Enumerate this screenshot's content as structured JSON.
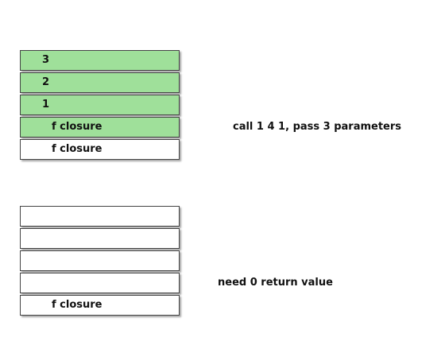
{
  "diagrams": [
    {
      "cells": [
        {
          "label": "3",
          "filled": true
        },
        {
          "label": "2",
          "filled": true
        },
        {
          "label": "1",
          "filled": true
        },
        {
          "label": "f closure",
          "filled": true
        },
        {
          "label": "f closure",
          "filled": false
        }
      ],
      "note": "call 1 4 1, pass 3 parameters"
    },
    {
      "cells": [
        {
          "label": "",
          "filled": false
        },
        {
          "label": "",
          "filled": false
        },
        {
          "label": "",
          "filled": false
        },
        {
          "label": "",
          "filled": false
        },
        {
          "label": "f closure",
          "filled": false
        }
      ],
      "note": "need 0 return value"
    }
  ],
  "colors": {
    "filled": "#9fe09a",
    "empty": "#ffffff",
    "border": "#444444"
  }
}
